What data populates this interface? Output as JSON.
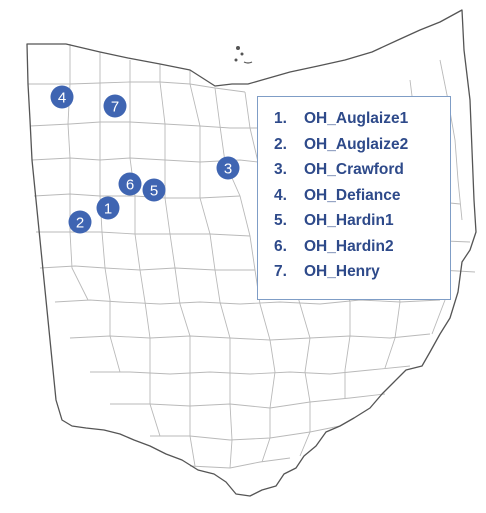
{
  "colors": {
    "marker": "#3f65b2",
    "legend_text": "#2e4a8a",
    "legend_border": "#7f9dc6",
    "outline": "#555555",
    "county_line": "#b9b9b9"
  },
  "markers": [
    {
      "label": "1"
    },
    {
      "label": "2"
    },
    {
      "label": "3"
    },
    {
      "label": "4"
    },
    {
      "label": "5"
    },
    {
      "label": "6"
    },
    {
      "label": "7"
    }
  ],
  "legend": {
    "items": [
      {
        "num": "1.",
        "name": "OH_Auglaize1"
      },
      {
        "num": "2.",
        "name": "OH_Auglaize2"
      },
      {
        "num": "3.",
        "name": "OH_Crawford"
      },
      {
        "num": "4.",
        "name": "OH_Defiance"
      },
      {
        "num": "5.",
        "name": "OH_Hardin1"
      },
      {
        "num": "6.",
        "name": "OH_Hardin2"
      },
      {
        "num": "7.",
        "name": "OH_Henry"
      }
    ]
  }
}
